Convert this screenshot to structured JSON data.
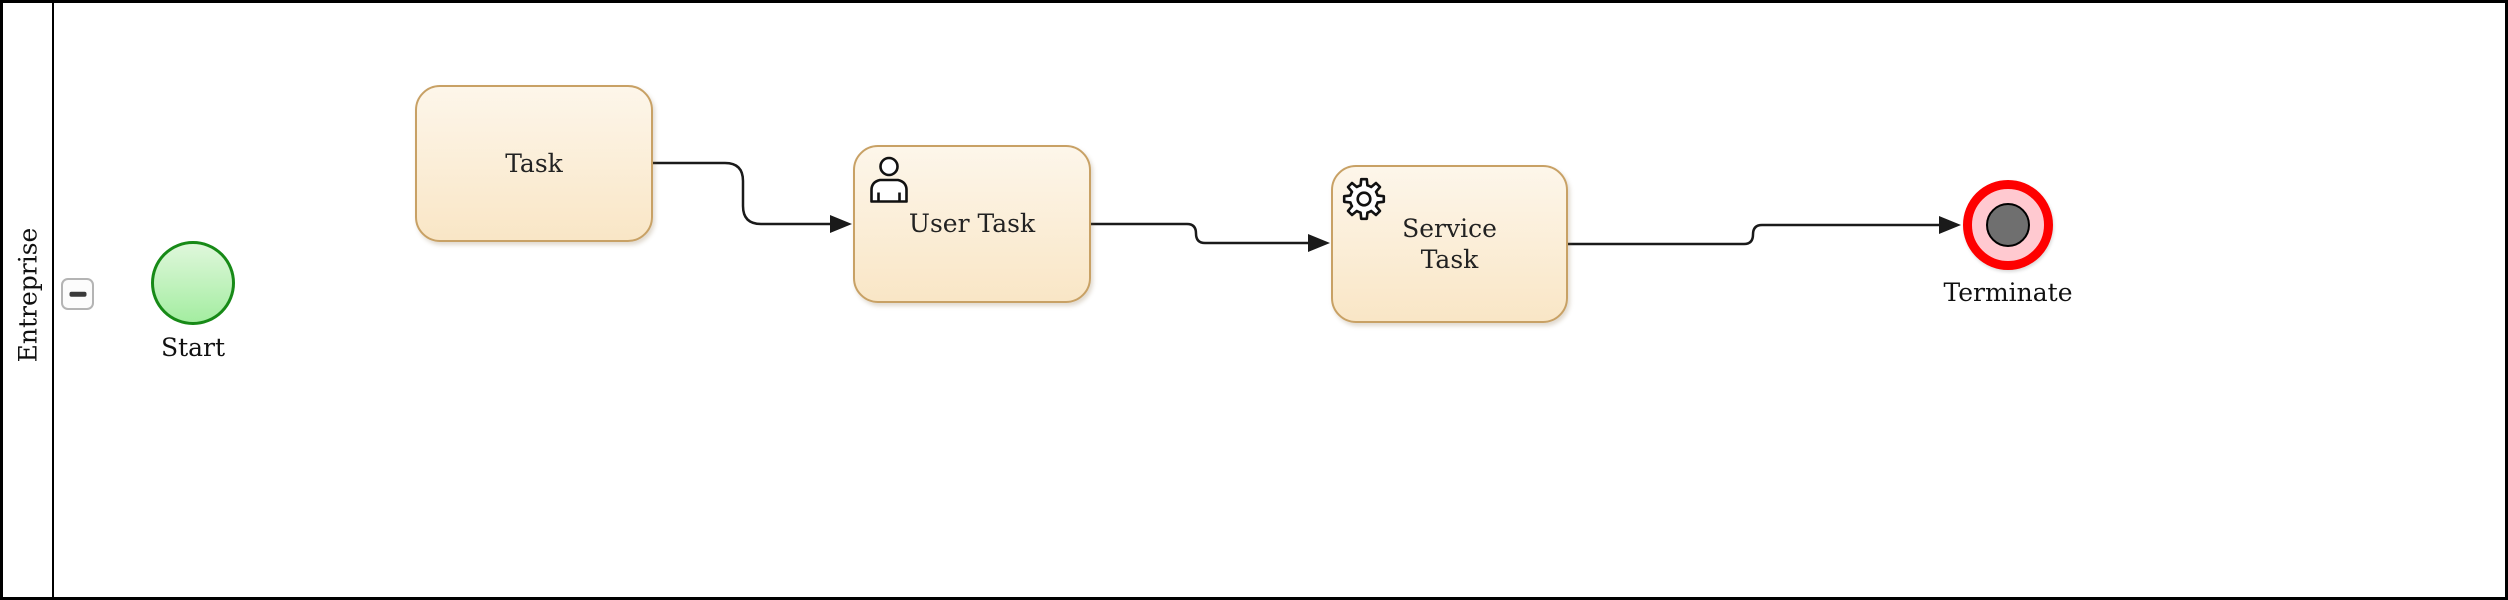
{
  "diagram": {
    "type": "bpmn-process",
    "pool": {
      "label": "Entreprise",
      "collapse_icon": "minus-icon"
    },
    "nodes": {
      "start": {
        "kind": "start-event",
        "label": "Start"
      },
      "task": {
        "kind": "task",
        "label": "Task"
      },
      "user_task": {
        "kind": "user-task",
        "label": "User Task",
        "icon": "user-icon"
      },
      "service_task": {
        "kind": "service-task",
        "label": "Service Task",
        "icon": "gear-icon"
      },
      "terminate": {
        "kind": "terminate-end-event",
        "label": "Terminate"
      }
    },
    "edges": [
      {
        "from": "task",
        "to": "user_task"
      },
      {
        "from": "user_task",
        "to": "service_task"
      },
      {
        "from": "service_task",
        "to": "terminate"
      }
    ],
    "colors": {
      "task_fill_top": "#fdf6ea",
      "task_fill_bottom": "#f9e6c6",
      "task_border": "#c8a165",
      "start_border": "#178a17",
      "start_fill_top": "#dff7db",
      "start_fill_bottom": "#a4eda1",
      "terminate_ring": "#fe0000",
      "terminate_fill": "#ffc9d0",
      "terminate_core": "#6f6f6f",
      "edge": "#1a1a1a",
      "pool_border": "#000000"
    }
  }
}
